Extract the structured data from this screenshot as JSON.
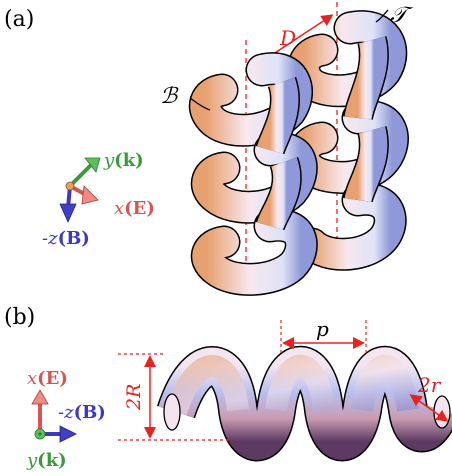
{
  "panel_a": {
    "label": "(a)",
    "label_D": "D",
    "label_T": "𝒯",
    "label_B": "ℬ",
    "axes": {
      "y": {
        "var": "y",
        "vec": "(k)",
        "color": "#3a9a3a"
      },
      "x": {
        "var": "x",
        "vec": "(E)",
        "color": "#d9534f"
      },
      "z": {
        "var": "-z",
        "vec": "(B)",
        "color": "#3b3bbf"
      }
    }
  },
  "panel_b": {
    "label": "(b)",
    "label_p": "p",
    "label_2R": "2R",
    "label_2r": "2r",
    "axes": {
      "x": {
        "var": "x",
        "vec": "(E)",
        "color": "#d9534f"
      },
      "z": {
        "var": "-z",
        "vec": "(B)",
        "color": "#3b3bbf"
      },
      "y": {
        "var": "y",
        "vec": "(k)",
        "color": "#3a9a3a"
      }
    }
  },
  "colors": {
    "dimension_red": "#e8231f",
    "tube_light": "#f7e9f2",
    "tube_warm": "#e89a6c",
    "tube_cool": "#6f7fd0",
    "tube_dark": "#5a3a6a"
  }
}
